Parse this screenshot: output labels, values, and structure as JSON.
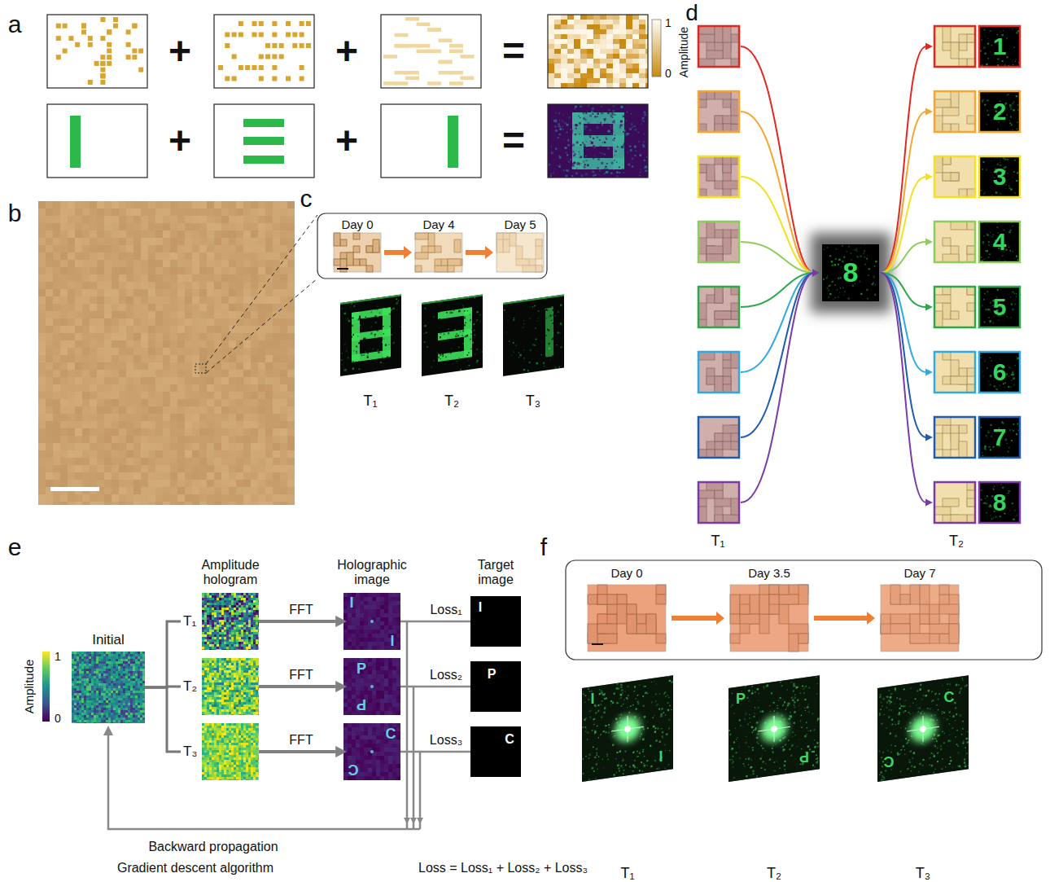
{
  "diagram": {
    "nodes": [
      {
        "text": [
          "Initial"
        ]
      },
      {
        "text": [
          "T₁"
        ]
      },
      {
        "text": [
          "T₂"
        ]
      },
      {
        "text": [
          "T₃"
        ]
      },
      {
        "text": [
          "I",
          "I"
        ]
      },
      {
        "text": [
          "P",
          "P"
        ]
      },
      {
        "text": [
          "C",
          "C"
        ]
      },
      {
        "text": [
          "I"
        ]
      },
      {
        "text": [
          "P"
        ]
      },
      {
        "text": [
          "C"
        ]
      }
    ],
    "edges": [
      {
        "from": 1,
        "to": 4,
        "label": "FFT",
        "arrow": "to"
      },
      {
        "from": 2,
        "to": 5,
        "label": "FFT",
        "arrow": "to"
      },
      {
        "from": 3,
        "to": 6,
        "label": "FFT",
        "arrow": "to"
      },
      {
        "from": 4,
        "to": 7,
        "label": "Loss₁",
        "arrow": "none"
      },
      {
        "from": 5,
        "to": 8,
        "label": "Loss₂",
        "arrow": "none"
      },
      {
        "from": 6,
        "to": 9,
        "label": "Loss₃",
        "arrow": "none"
      },
      {
        "from": 0,
        "to": 1,
        "arrow": "none"
      },
      {
        "from": 0,
        "to": 2,
        "arrow": "none"
      },
      {
        "from": 0,
        "to": 3,
        "arrow": "none"
      }
    ],
    "labels": [
      "a",
      "+",
      "+",
      "=",
      "+",
      "+",
      "=",
      "1",
      "Amplitude",
      "0",
      "b",
      "c",
      "Day 0",
      "Day 4",
      "Day 5",
      "T₁",
      "T₂",
      "T₃",
      "d",
      "8",
      "1",
      "2",
      "3",
      "4",
      "5",
      "6",
      "7",
      "8",
      "T₁",
      "T₂",
      "e",
      "Amplitude",
      "1",
      "0",
      "Amplitude hologram",
      "Holographic image",
      "Target image",
      "Backward propagation",
      "Gradient descent algorithm",
      "Loss = Loss₁ + Loss₂ + Loss₃",
      "f",
      "Day 0",
      "Day 3.5",
      "Day 7",
      "T₁",
      "T₂",
      "T₃",
      "I",
      "I",
      "P",
      "P",
      "C",
      "C"
    ]
  }
}
